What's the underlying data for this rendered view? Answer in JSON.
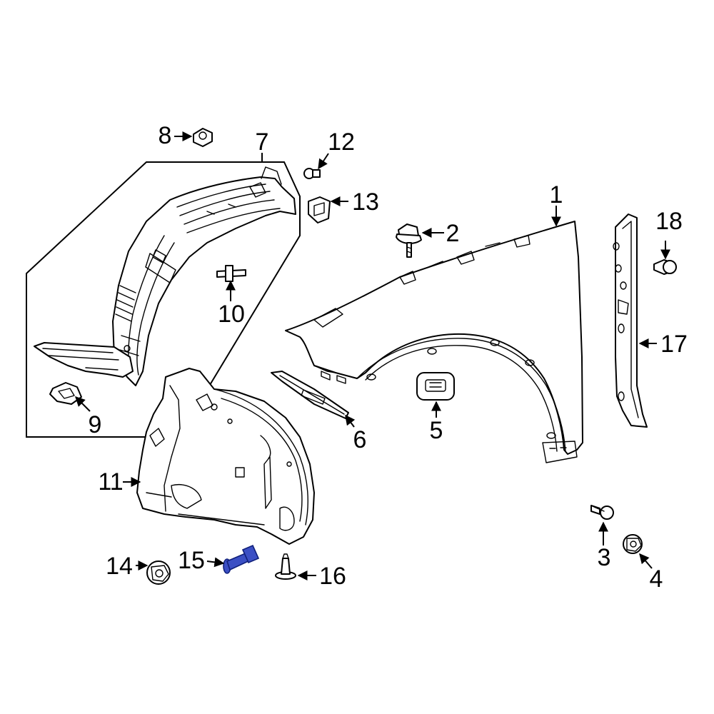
{
  "diagram": {
    "callouts": [
      {
        "id": "1",
        "label": "1"
      },
      {
        "id": "2",
        "label": "2"
      },
      {
        "id": "3",
        "label": "3"
      },
      {
        "id": "4",
        "label": "4"
      },
      {
        "id": "5",
        "label": "5"
      },
      {
        "id": "6",
        "label": "6"
      },
      {
        "id": "7",
        "label": "7"
      },
      {
        "id": "8",
        "label": "8"
      },
      {
        "id": "9",
        "label": "9"
      },
      {
        "id": "10",
        "label": "10"
      },
      {
        "id": "11",
        "label": "11"
      },
      {
        "id": "12",
        "label": "12"
      },
      {
        "id": "13",
        "label": "13"
      },
      {
        "id": "14",
        "label": "14"
      },
      {
        "id": "15",
        "label": "15"
      },
      {
        "id": "16",
        "label": "16"
      },
      {
        "id": "17",
        "label": "17"
      },
      {
        "id": "18",
        "label": "18"
      }
    ],
    "highlighted_part": "15",
    "colors": {
      "line": "#000000",
      "background": "#ffffff",
      "highlight": "#3b4fc4"
    }
  }
}
